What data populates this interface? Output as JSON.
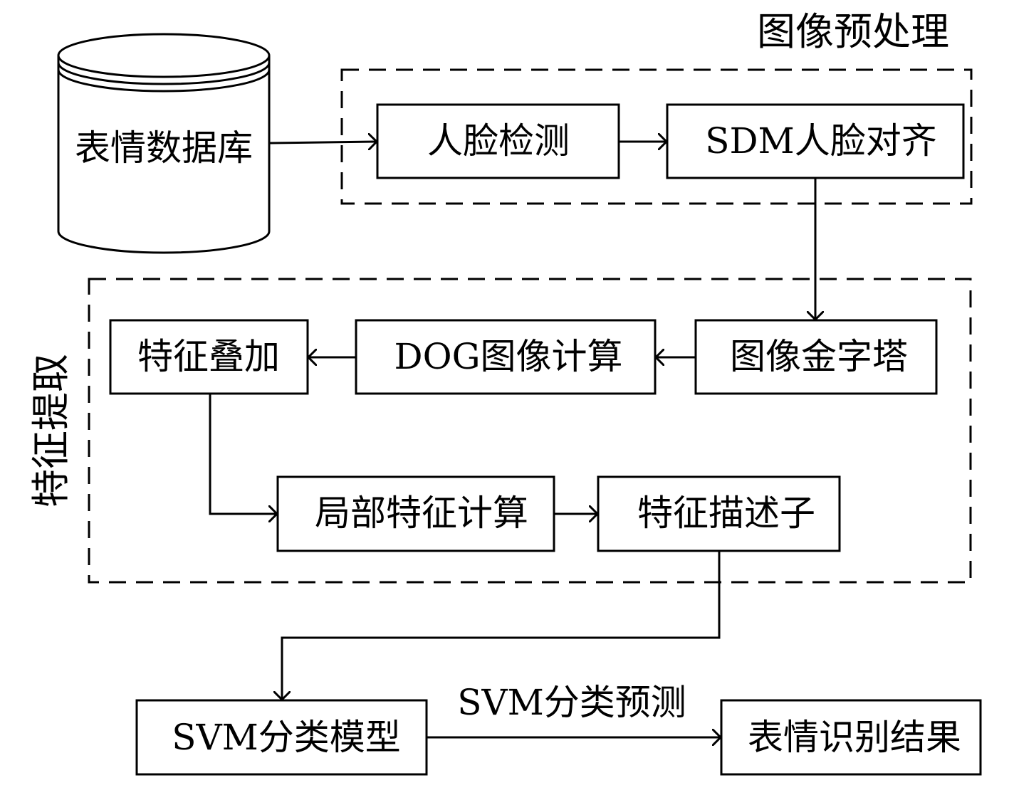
{
  "diagram": {
    "database": "表情数据库",
    "groups": {
      "preprocessing": "图像预处理",
      "feature_extraction": "特征提取"
    },
    "nodes": {
      "face_detection": "人脸检测",
      "sdm_alignment": "SDM人脸对齐",
      "image_pyramid": "图像金字塔",
      "dog_computation": "DOG图像计算",
      "feature_stacking": "特征叠加",
      "local_feature": "局部特征计算",
      "feature_descriptor": "特征描述子",
      "svm_model": "SVM分类模型",
      "result": "表情识别结果"
    },
    "edges": {
      "svm_predict": "SVM分类预测"
    }
  }
}
